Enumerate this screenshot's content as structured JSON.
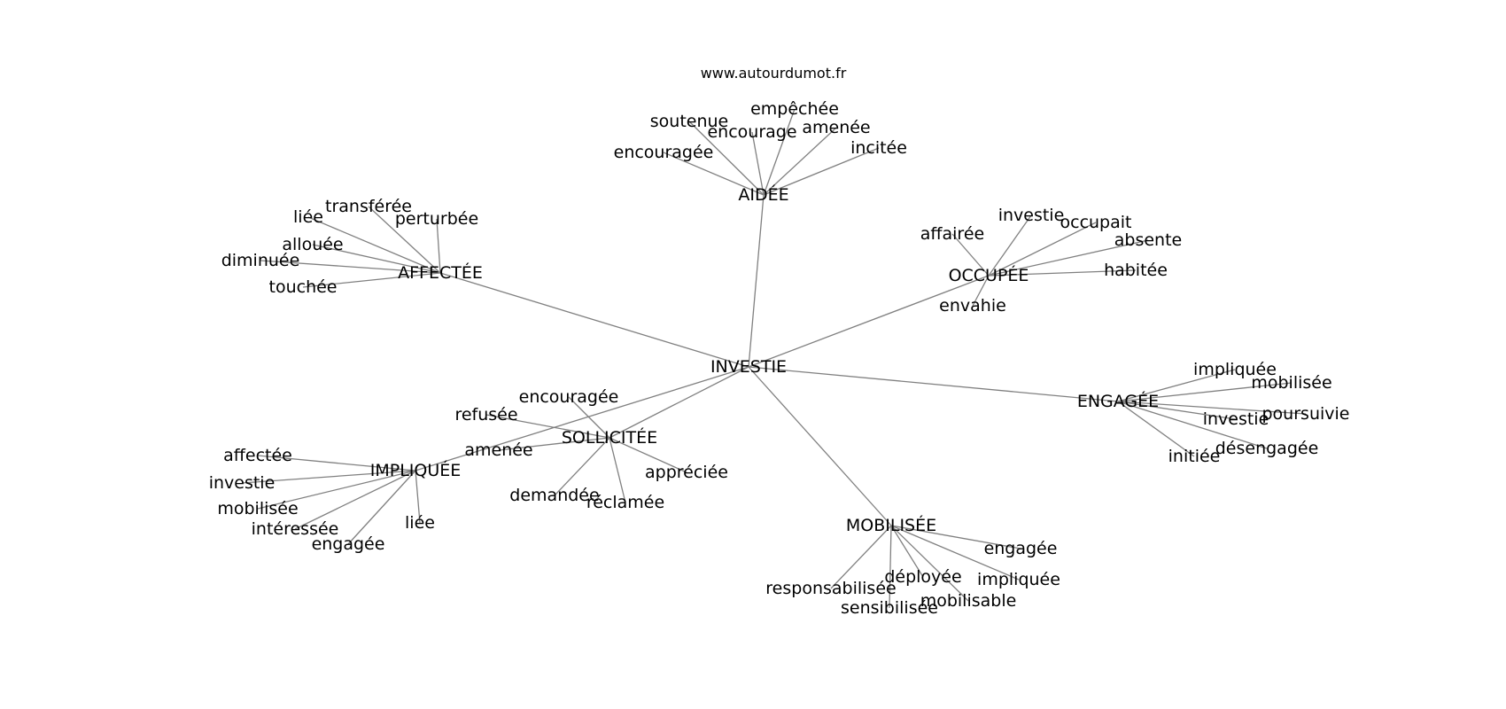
{
  "credit": "www.autourdumot.fr",
  "center": "INVESTIE",
  "hubs": [
    {
      "label": "AIDÉE",
      "leaves": [
        "soutenue",
        "encourage",
        "empêchée",
        "amenée",
        "incitée",
        "encouragée"
      ]
    },
    {
      "label": "AFFECTÉE",
      "leaves": [
        "liée",
        "transférée",
        "perturbée",
        "allouée",
        "diminuée",
        "touchée"
      ]
    },
    {
      "label": "OCCUPÉE",
      "leaves": [
        "affairée",
        "investie",
        "occupait",
        "absente",
        "habitée",
        "envahie"
      ]
    },
    {
      "label": "ENGAGÉE",
      "leaves": [
        "impliquée",
        "mobilisée",
        "investie",
        "poursuivie",
        "désengagée",
        "initiée"
      ]
    },
    {
      "label": "SOLLICITÉE",
      "leaves": [
        "encouragée",
        "refusée",
        "amenée",
        "appréciée",
        "demandée",
        "réclamée"
      ]
    },
    {
      "label": "IMPLIQUÉE",
      "leaves": [
        "affectée",
        "investie",
        "mobilisée",
        "intéressée",
        "engagée",
        "liée"
      ]
    },
    {
      "label": "MOBILISÉE",
      "leaves": [
        "engagée",
        "déployée",
        "impliquée",
        "responsabilisée",
        "sensibilisée",
        "mobilisable"
      ]
    }
  ]
}
